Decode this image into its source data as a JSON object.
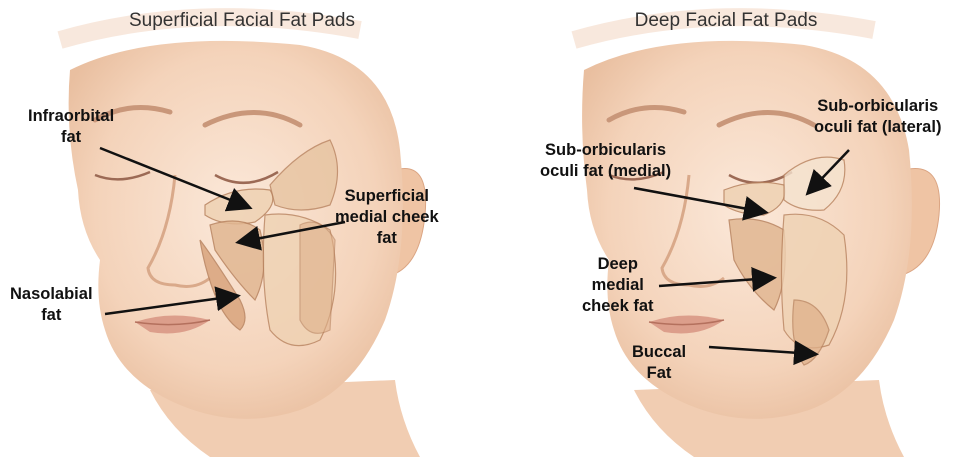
{
  "panels": {
    "superficial": {
      "title": "Superficial Facial Fat Pads",
      "labels": {
        "infraorbital": [
          "Infraorbital",
          "fat"
        ],
        "superficial_medial_cheek": [
          "Superficial",
          "medial cheek",
          "fat"
        ],
        "nasolabial": [
          "Nasolabial",
          "fat"
        ]
      }
    },
    "deep": {
      "title": "Deep Facial Fat Pads",
      "labels": {
        "soof_lateral": [
          "Sub-orbicularis",
          "oculi fat (lateral)"
        ],
        "soof_medial": [
          "Sub-orbicularis",
          "oculi fat (medial)"
        ],
        "deep_medial_cheek": [
          "Deep",
          "medial",
          "cheek fat"
        ],
        "buccal": [
          "Buccal",
          "Fat"
        ]
      }
    }
  },
  "colors": {
    "skin": "#f7dcc6",
    "skin_shadow": "#ecc1a2",
    "fat_light": "#efd2b3",
    "fat_mid": "#dfb18b",
    "fat_outline": "#b8835f",
    "lips": "#dc9e8b",
    "arrow": "#111111"
  }
}
